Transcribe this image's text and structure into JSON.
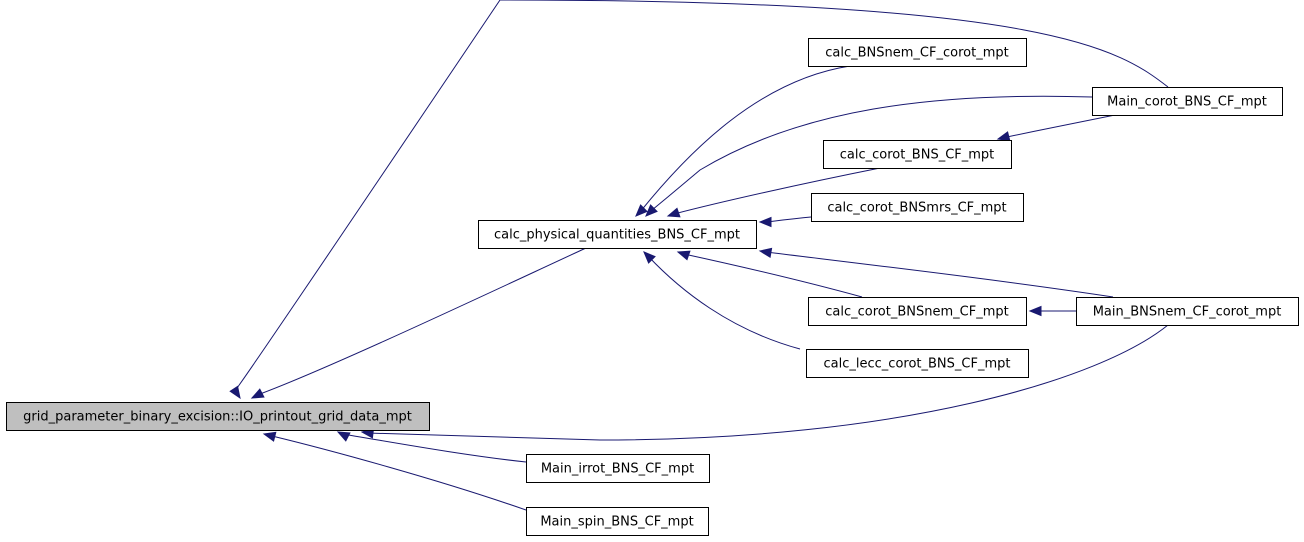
{
  "graph": {
    "nodes": [
      {
        "id": "root",
        "label": "grid_parameter_binary_excision::IO_printout_grid_data_mpt",
        "root": true
      },
      {
        "id": "calc_phys",
        "label": "calc_physical_quantities_BNS_CF_mpt"
      },
      {
        "id": "calc_bnsnem_corot",
        "label": "calc_BNSnem_CF_corot_mpt"
      },
      {
        "id": "calc_corot_bns",
        "label": "calc_corot_BNS_CF_mpt"
      },
      {
        "id": "calc_corot_bnsmrs",
        "label": "calc_corot_BNSmrs_CF_mpt"
      },
      {
        "id": "calc_corot_bnsnem",
        "label": "calc_corot_BNSnem_CF_mpt"
      },
      {
        "id": "calc_lecc",
        "label": "calc_lecc_corot_BNS_CF_mpt"
      },
      {
        "id": "main_corot",
        "label": "Main_corot_BNS_CF_mpt"
      },
      {
        "id": "main_bnsnem",
        "label": "Main_BNSnem_CF_corot_mpt"
      },
      {
        "id": "main_irrot",
        "label": "Main_irrot_BNS_CF_mpt"
      },
      {
        "id": "main_spin",
        "label": "Main_spin_BNS_CF_mpt"
      }
    ],
    "edges": [
      {
        "from": "calc_phys",
        "to": "root"
      },
      {
        "from": "main_corot",
        "to": "root"
      },
      {
        "from": "main_bnsnem",
        "to": "root"
      },
      {
        "from": "main_irrot",
        "to": "root"
      },
      {
        "from": "main_spin",
        "to": "root"
      },
      {
        "from": "calc_bnsnem_corot",
        "to": "calc_phys"
      },
      {
        "from": "main_corot",
        "to": "calc_phys"
      },
      {
        "from": "calc_corot_bns",
        "to": "calc_phys"
      },
      {
        "from": "calc_corot_bnsmrs",
        "to": "calc_phys"
      },
      {
        "from": "main_bnsnem",
        "to": "calc_phys"
      },
      {
        "from": "calc_corot_bnsnem",
        "to": "calc_phys"
      },
      {
        "from": "calc_lecc",
        "to": "calc_phys"
      },
      {
        "from": "main_corot",
        "to": "calc_corot_bns"
      },
      {
        "from": "main_bnsnem",
        "to": "calc_corot_bnsnem"
      }
    ],
    "colors": {
      "edge": "#191970",
      "node_border": "#000000",
      "root_fill": "#bfbfbf",
      "node_fill": "#ffffff"
    }
  }
}
